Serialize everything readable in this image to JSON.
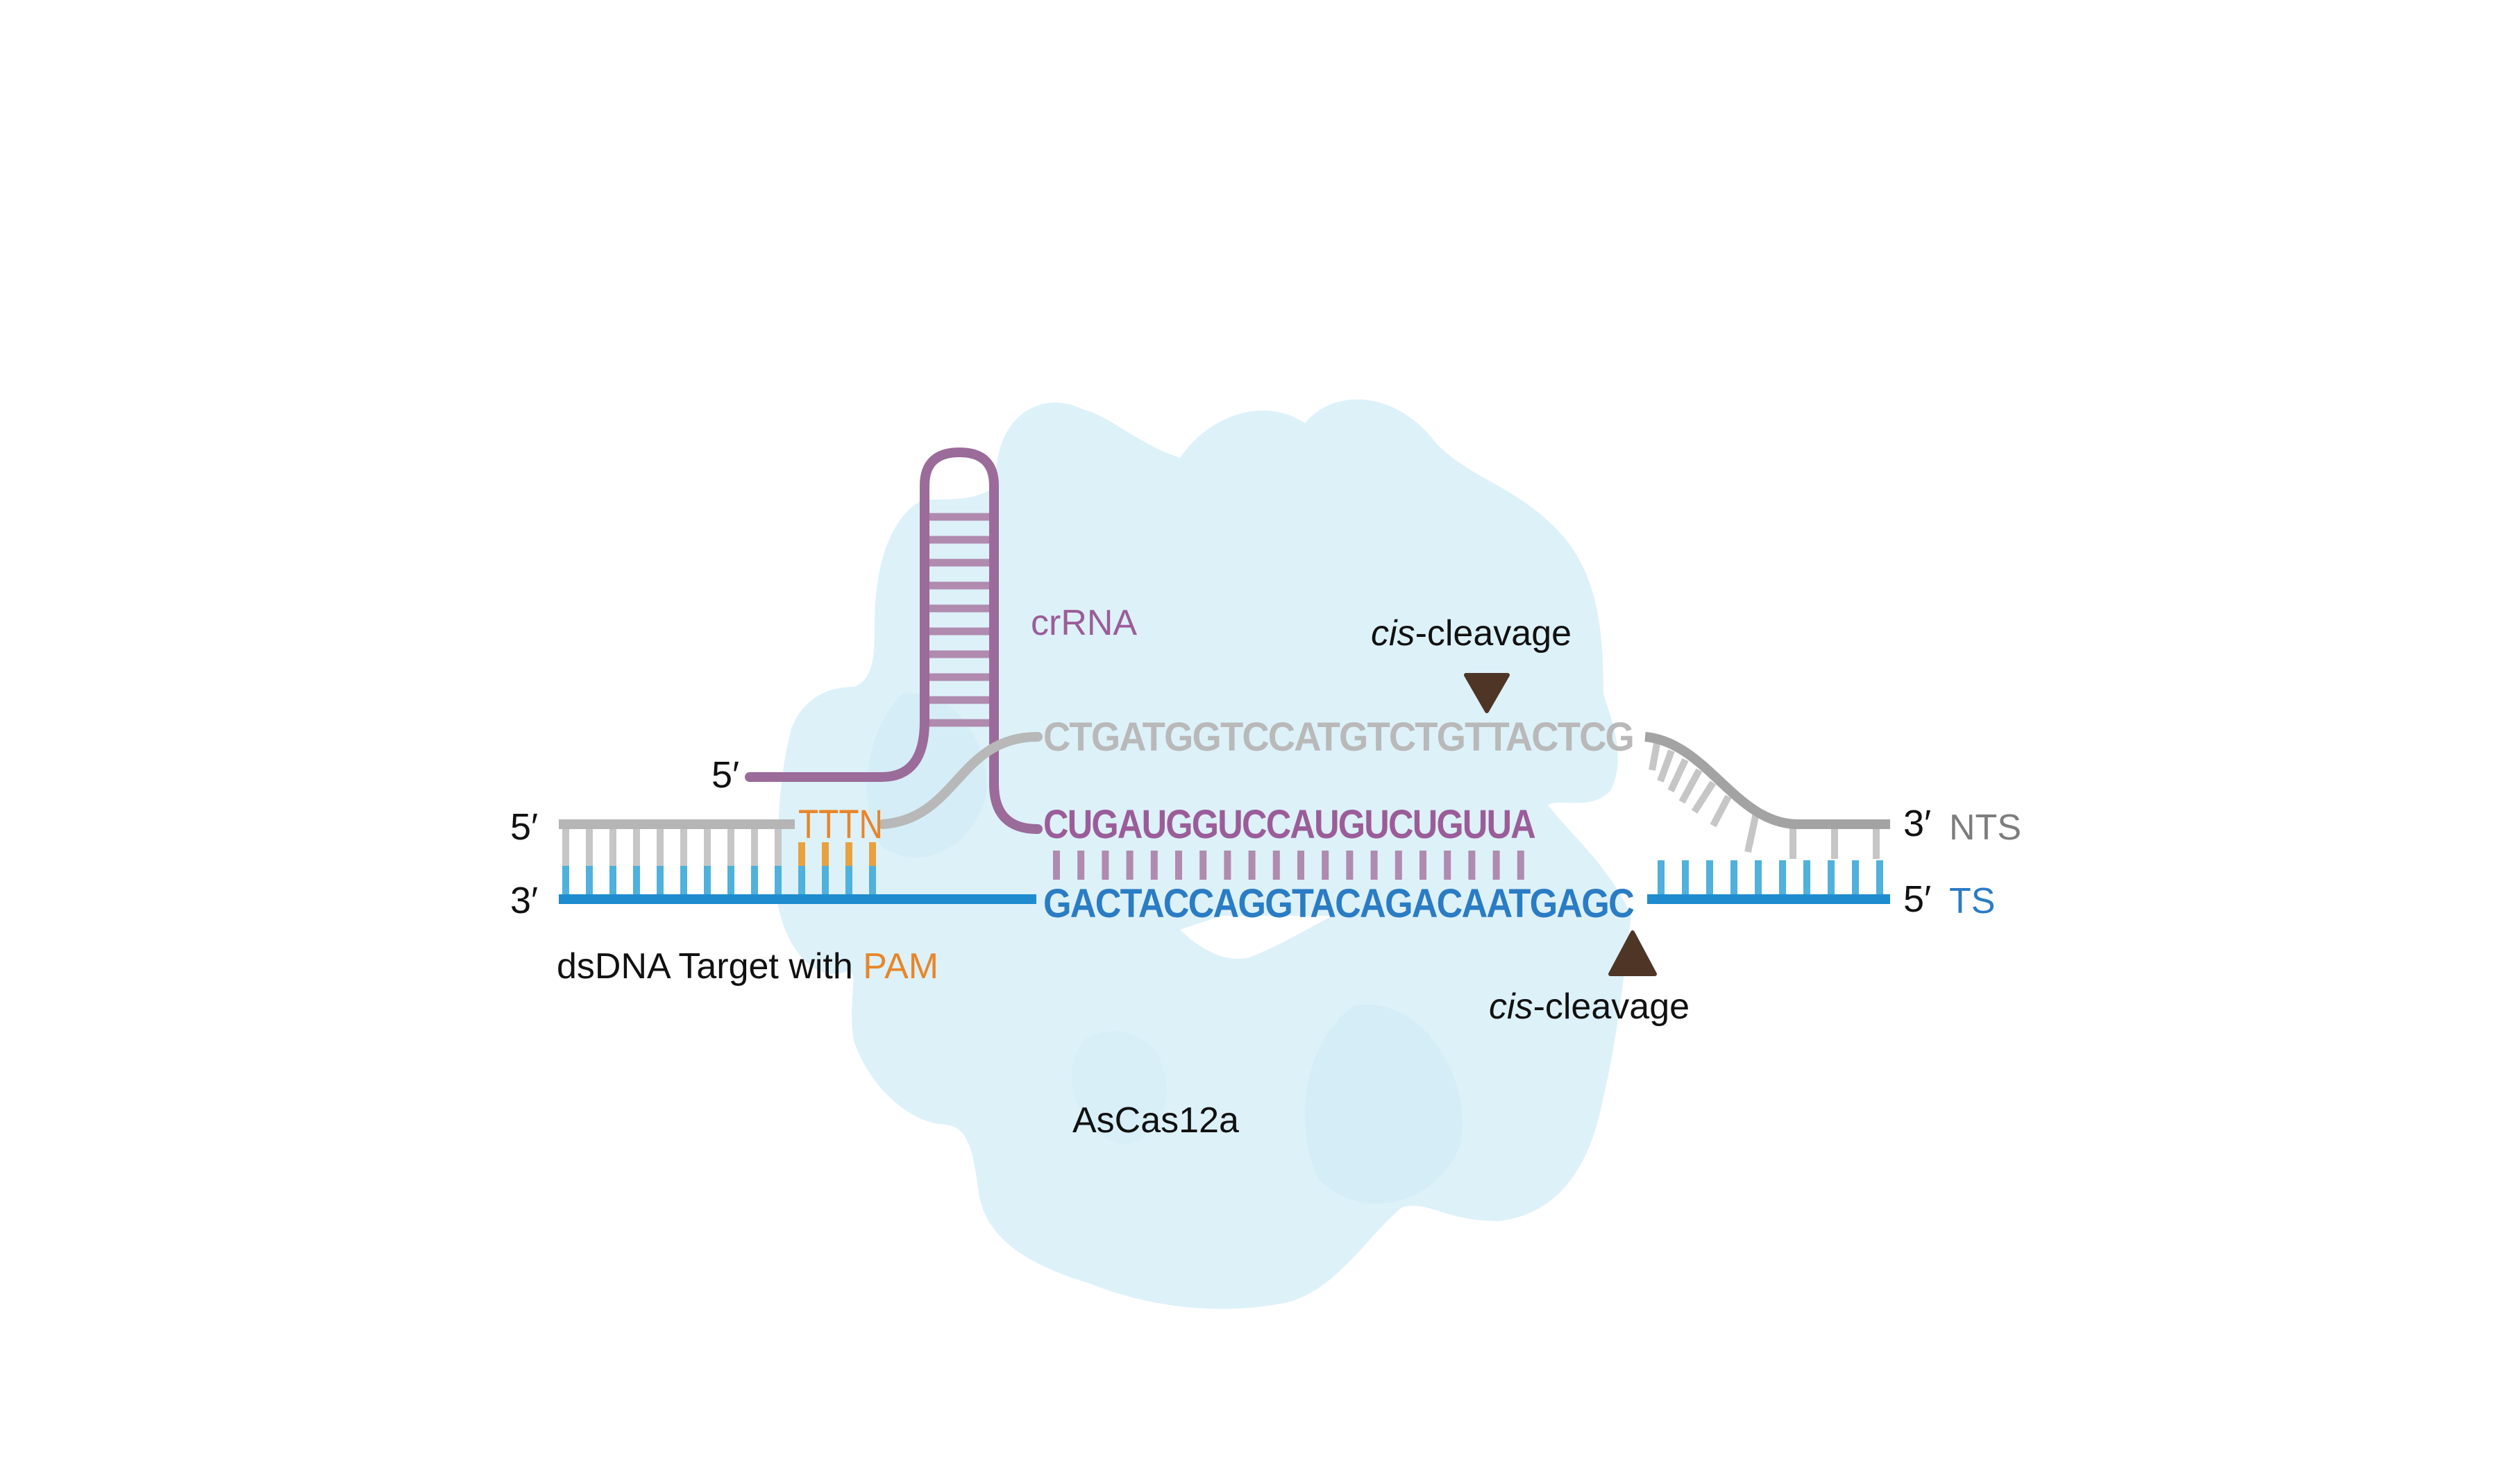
{
  "colors": {
    "protein": "#ddf1f9",
    "protein_shade": "#d2ecf6",
    "crrna": "#9b6b9a",
    "crrna_rung": "#b08aaf",
    "nts": "#a3a3a3",
    "nts_rung": "#c6c6c6",
    "nts_text": "#b9b9b9",
    "ts": "#1f8ccf",
    "ts_rung": "#4fb1dc",
    "ts_text": "#2a7cc4",
    "pam": "#e8862a",
    "pam_rung": "#e8a13e",
    "cleavage": "#4f3526",
    "text": "#111111",
    "nts_label": "#7d7d7d",
    "ts_label": "#2a7cc4"
  },
  "labels": {
    "crrna": "crRNA",
    "crrna_5prime": "5′",
    "nts_left_end": "5′",
    "ts_left_end": "3′",
    "nts_right_end": "3′",
    "nts_name": "NTS",
    "ts_right_end": "5′",
    "ts_name": "TS",
    "dsdna_prefix": "dsDNA Target with ",
    "pam": "PAM",
    "pam_sequence": "TTTN",
    "protein": "AsCas12a",
    "cleavage_top_italic": "cis",
    "cleavage_top_rest": "-cleavage",
    "cleavage_bottom_italic": "cis",
    "cleavage_bottom_rest": "-cleavage"
  },
  "sequences": {
    "nts": "CTGATGGTCCATGTCTGTTACTCG",
    "crrna_spacer": "CUGAUGGUCCAUGUCUGUUA",
    "ts": "GACTACCAGGTACAGACAATGAGC"
  },
  "structure": {
    "hairpin_rungs": 10,
    "spacer_pairs": 20,
    "left_duplex_pairs": 10,
    "pam_pairs": 4,
    "right_duplex_ts_rungs": 10,
    "right_nts_flap_rungs": 10
  }
}
